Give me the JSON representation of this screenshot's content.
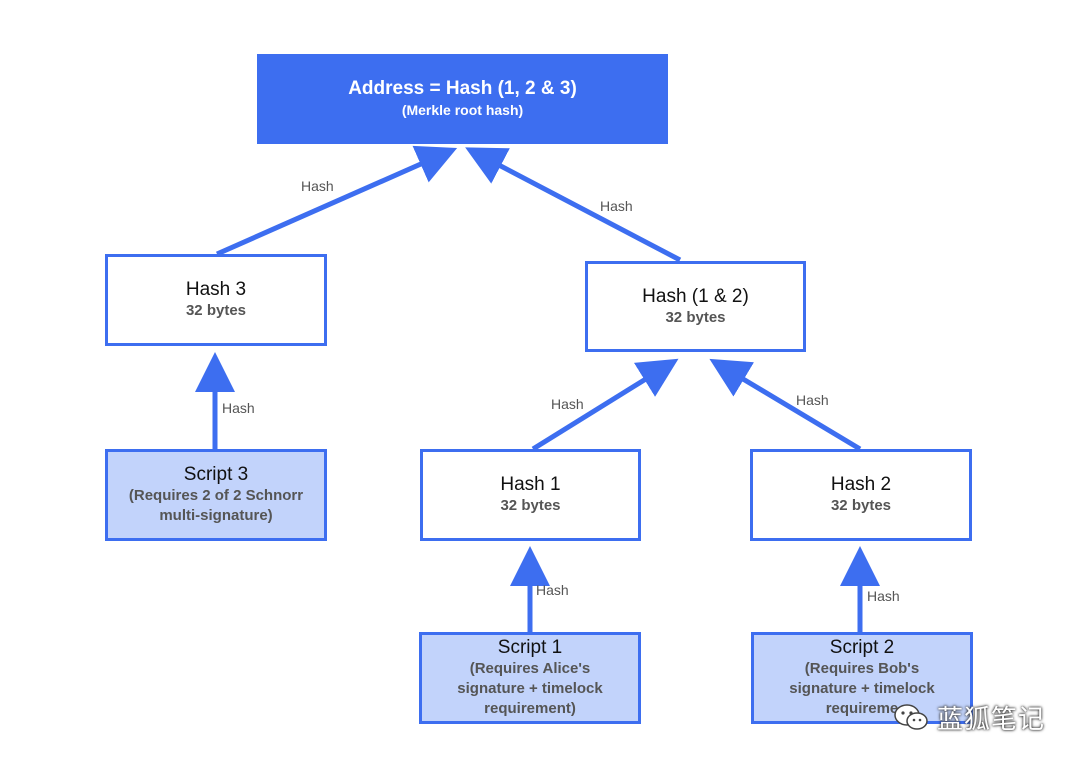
{
  "nodes": {
    "root": {
      "title": "Address = Hash (1, 2 & 3)",
      "sub": "(Merkle root hash)"
    },
    "hash3": {
      "title": "Hash 3",
      "sub": "32 bytes"
    },
    "hash12": {
      "title": "Hash (1 & 2)",
      "sub": "32 bytes"
    },
    "script3": {
      "title": "Script 3",
      "sub": "(Requires 2 of 2 Schnorr multi-signature)"
    },
    "hash1": {
      "title": "Hash 1",
      "sub": "32 bytes"
    },
    "hash2": {
      "title": "Hash 2",
      "sub": "32 bytes"
    },
    "script1": {
      "title": "Script 1",
      "sub": "(Requires Alice's signature + timelock requirement)"
    },
    "script2": {
      "title": "Script 2",
      "sub": "(Requires Bob's signature + timelock requireme"
    }
  },
  "edges": {
    "hash3_root": "Hash",
    "hash12_root": "Hash",
    "script3_hash3": "Hash",
    "hash1_hash12": "Hash",
    "hash2_hash12": "Hash",
    "script1_hash1": "Hash",
    "script2_hash2": "Hash"
  },
  "watermark": {
    "text": "蓝狐笔记",
    "icon": "wechat-icon"
  },
  "colors": {
    "accent": "#3d6ef0",
    "script_fill": "#c2d3fb"
  }
}
